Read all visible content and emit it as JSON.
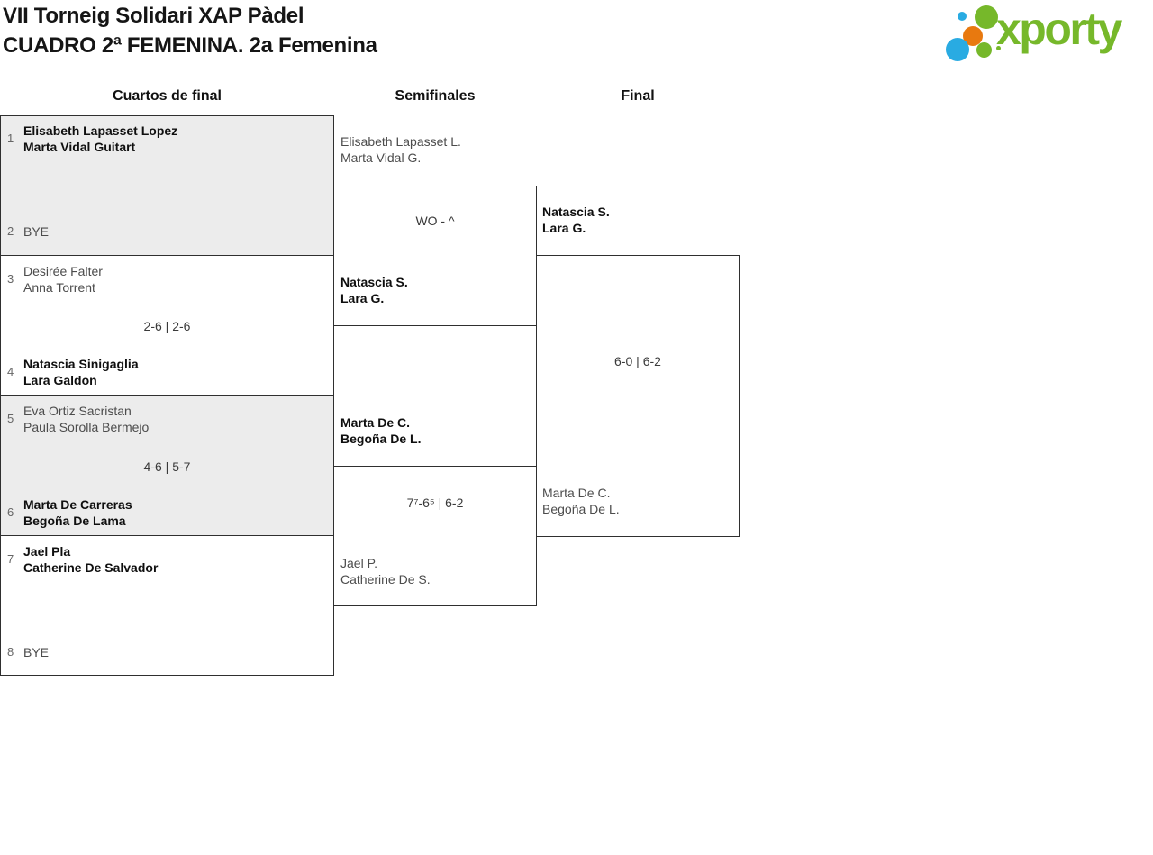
{
  "header": {
    "title": "VII Torneig Solidari XAP Pàdel",
    "subtitle": "CUADRO 2ª FEMENINA. 2a Femenina"
  },
  "logo": {
    "wordmark": "xporty",
    "colors": {
      "green": "#76b82a",
      "blue": "#29abe2",
      "orange": "#e8790f"
    }
  },
  "round_headers": {
    "quarterfinals": "Cuartos de final",
    "semifinals": "Semifinales",
    "final": "Final"
  },
  "matches": {
    "quarterfinals": [
      {
        "top": {
          "seed": "1",
          "line1": "Elisabeth Lapasset Lopez",
          "line2": "Marta Vidal Guitart",
          "winner": true
        },
        "bottom": {
          "seed": "2",
          "line1": "BYE",
          "line2": "",
          "winner": false
        }
      },
      {
        "top": {
          "seed": "3",
          "line1": "Desirée Falter",
          "line2": "Anna Torrent",
          "winner": false
        },
        "bottom": {
          "seed": "4",
          "line1": "Natascia Sinigaglia",
          "line2": "Lara Galdon",
          "winner": true
        },
        "score": "2-6 | 2-6"
      },
      {
        "top": {
          "seed": "5",
          "line1": "Eva Ortiz Sacristan",
          "line2": "Paula Sorolla Bermejo",
          "winner": false
        },
        "bottom": {
          "seed": "6",
          "line1": "Marta De Carreras",
          "line2": "Begoña De Lama",
          "winner": true
        },
        "score": "4-6 | 5-7"
      },
      {
        "top": {
          "seed": "7",
          "line1": "Jael Pla",
          "line2": "Catherine De Salvador",
          "winner": true
        },
        "bottom": {
          "seed": "8",
          "line1": "BYE",
          "line2": "",
          "winner": false
        }
      }
    ],
    "semifinals": [
      {
        "top": {
          "line1": "Elisabeth Lapasset L.",
          "line2": "Marta Vidal G.",
          "winner": false
        },
        "bottom": {
          "line1": "Natascia S.",
          "line2": "Lara G.",
          "winner": true
        },
        "score": "WO - ^"
      },
      {
        "top": {
          "line1": "Marta De C.",
          "line2": "Begoña De L.",
          "winner": true
        },
        "bottom": {
          "line1": "Jael P.",
          "line2": "Catherine De S.",
          "winner": false
        },
        "score": "7⁷-6⁵ | 6-2"
      }
    ],
    "final": [
      {
        "top": {
          "line1": "Natascia S.",
          "line2": "Lara G.",
          "winner": true
        },
        "bottom": {
          "line1": "Marta De C.",
          "line2": "Begoña De L.",
          "winner": false
        },
        "score": "6-0 | 6-2"
      }
    ]
  },
  "ui_colors": {
    "box_fill_alt": "#ececec",
    "box_border": "#2f2f2f",
    "winner_text": "#0f0f0f",
    "loser_text": "#4c4c4c",
    "seed_text": "#666666",
    "score_text": "#3a3a3a"
  }
}
